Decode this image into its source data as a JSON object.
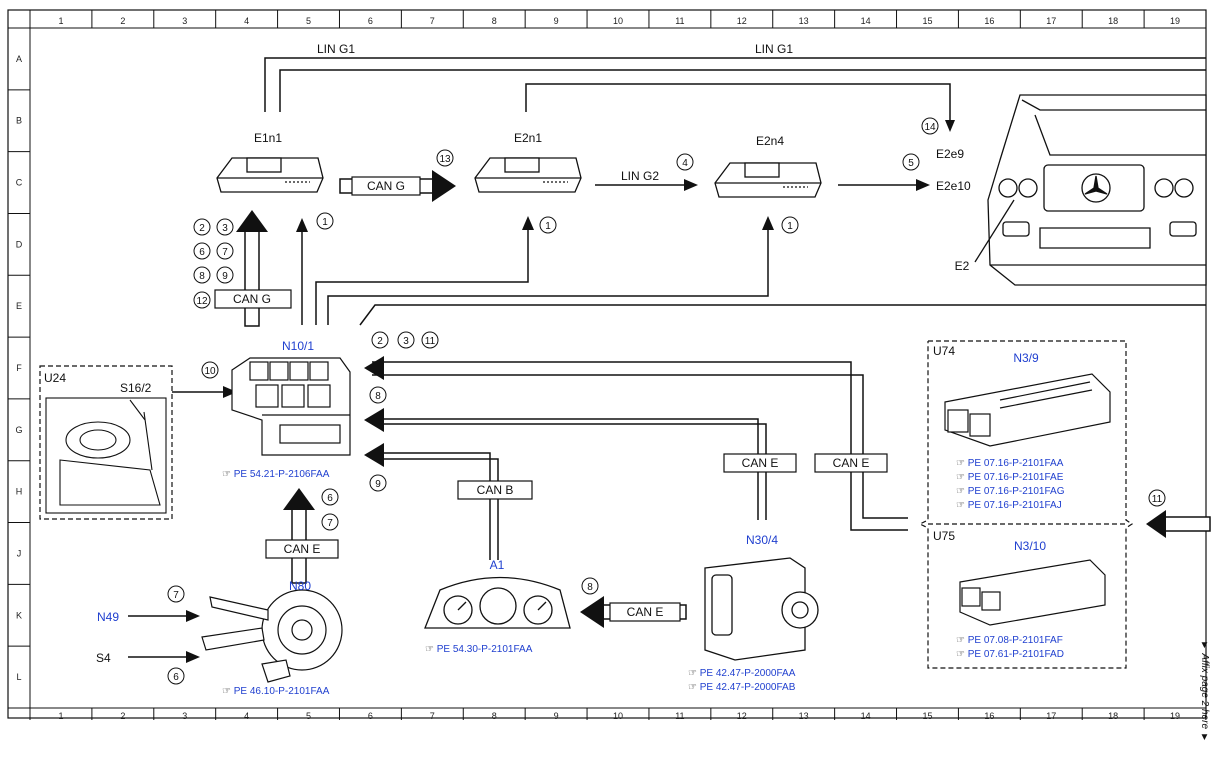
{
  "grid": {
    "columns": [
      "1",
      "2",
      "3",
      "4",
      "5",
      "6",
      "7",
      "8",
      "9",
      "10",
      "11",
      "12",
      "13",
      "14",
      "15",
      "16",
      "17",
      "18",
      "19"
    ],
    "rows": [
      "A",
      "B",
      "C",
      "D",
      "E",
      "F",
      "G",
      "H",
      "J",
      "K",
      "L"
    ]
  },
  "buses": {
    "lin_g1": "LIN G1",
    "lin_g2": "LIN G2",
    "can_g": "CAN G",
    "can_e": "CAN E",
    "can_b": "CAN B"
  },
  "components": {
    "e1n1": "E1n1",
    "e2n1": "E2n1",
    "e2n4": "E2n4",
    "e2e9": "E2e9",
    "e2e10": "E2e10",
    "e2": "E2",
    "n10_1": "N10/1",
    "u24": "U24",
    "s16_2": "S16/2",
    "n80": "N80",
    "n49": "N49",
    "s4": "S4",
    "a1": "A1",
    "n30_4": "N30/4",
    "u74": "U74",
    "n3_9": "N3/9",
    "u75": "U75",
    "n3_10": "N3/10"
  },
  "references": {
    "n10_1": [
      "PE 54.21-P-2106FAA"
    ],
    "n80": [
      "PE 46.10-P-2101FAA"
    ],
    "a1": [
      "PE 54.30-P-2101FAA"
    ],
    "n30_4": [
      "PE 42.47-P-2000FAA",
      "PE 42.47-P-2000FAB"
    ],
    "n3_9": [
      "PE 07.16-P-2101FAA",
      "PE 07.16-P-2101FAE",
      "PE 07.16-P-2101FAG",
      "PE 07.16-P-2101FAJ"
    ],
    "n3_10": [
      "PE 07.08-P-2101FAF",
      "PE 07.61-P-2101FAD"
    ]
  },
  "step_numbers": [
    "1",
    "2",
    "3",
    "4",
    "5",
    "6",
    "7",
    "8",
    "9",
    "10",
    "11",
    "12",
    "13",
    "14"
  ],
  "side_note": "▼ Affix page 2 here ▼",
  "colors": {
    "link_blue": "#1f3fcf",
    "line": "#111111"
  }
}
